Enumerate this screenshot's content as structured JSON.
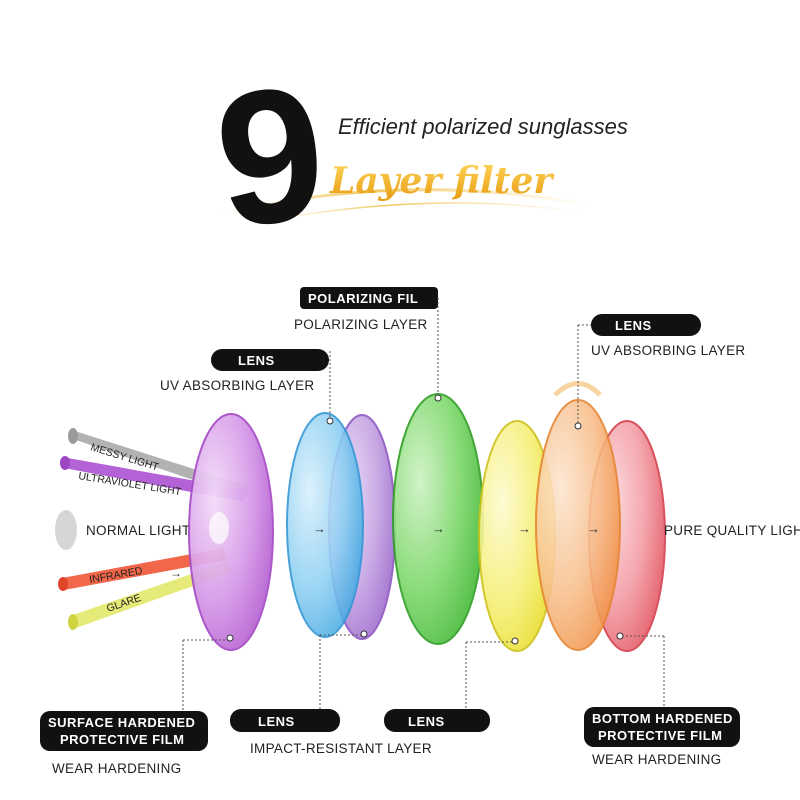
{
  "header": {
    "number": "9",
    "subtitle": "Efficient polarized sunglasses",
    "title": "Layer filter"
  },
  "colors": {
    "gold": "#f2b622",
    "pill_black": "#111111",
    "lens_purple": "#c776dd",
    "lens_blue": "#6cc1ef",
    "lens_violet": "#b68ad8",
    "lens_green": "#57c94c",
    "lens_yellow": "#f2ed4a",
    "lens_orange": "#f5a866",
    "lens_red": "#ef6d78"
  },
  "rays": {
    "messy_light": "MESSY LIGHT",
    "ultraviolet_light": "ULTRAVIOLET LIGHT",
    "normal_light": "NORMAL LIGHT",
    "infrared": "INFRARED",
    "glare": "GLARE"
  },
  "output": {
    "label": "PURE QUALITY LIGHT"
  },
  "layers": {
    "polarizing": {
      "pill": "POLARIZING FIL",
      "caption": "POLARIZING LAYER"
    },
    "uv_absorbing_left": {
      "pill": "LENS",
      "caption": "UV ABSORBING LAYER"
    },
    "uv_absorbing_right": {
      "pill": "LENS",
      "caption": "UV ABSORBING LAYER"
    },
    "surface_hardened": {
      "pill_line1": "SURFACE HARDENED",
      "pill_line2": "PROTECTIVE FILM",
      "caption": "WEAR HARDENING"
    },
    "impact_resistant": {
      "pill_a": "LENS",
      "pill_b": "LENS",
      "caption": "IMPACT-RESISTANT LAYER"
    },
    "bottom_hardened": {
      "pill_line1": "BOTTOM HARDENED",
      "pill_line2": "PROTECTIVE FILM",
      "caption": "WEAR HARDENING"
    }
  }
}
